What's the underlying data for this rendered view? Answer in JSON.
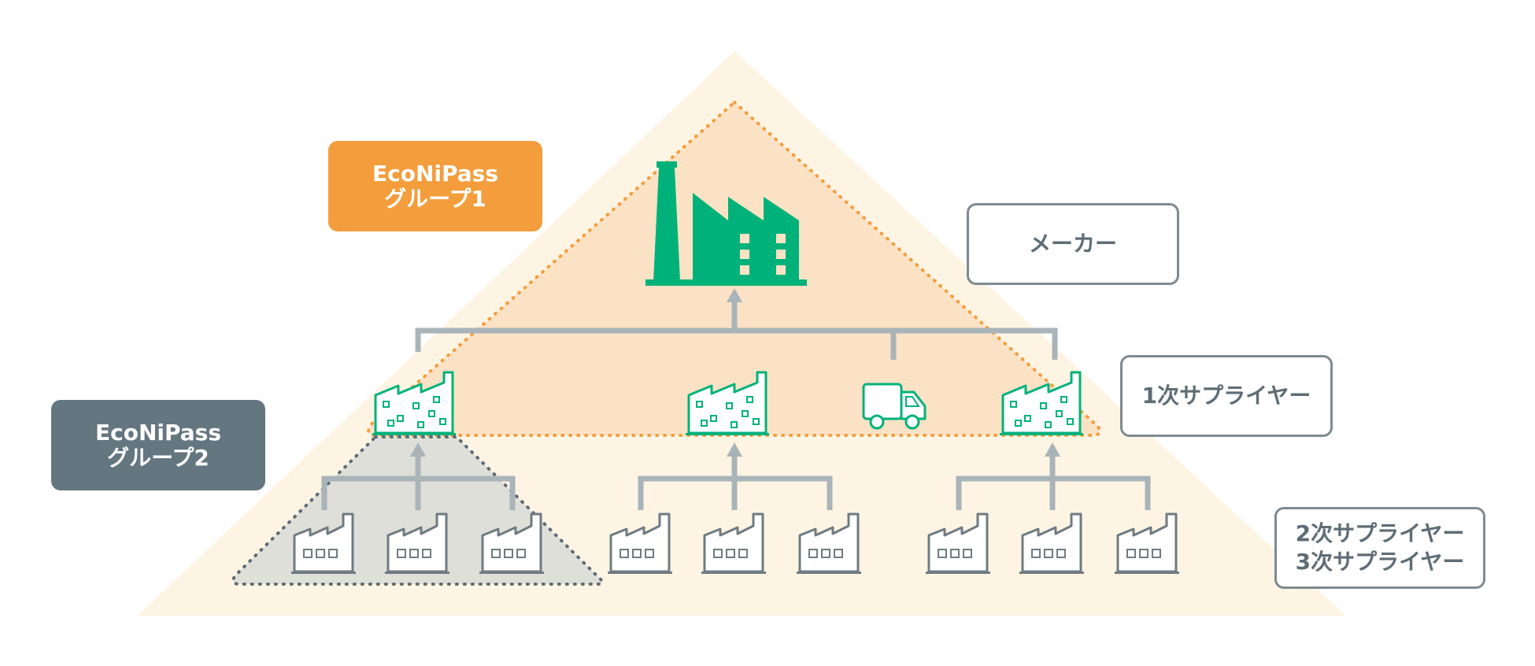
{
  "callouts": {
    "group1": {
      "line1": "EcoNiPass",
      "line2": "グループ1",
      "color": "#F39D3C"
    },
    "group2": {
      "line1": "EcoNiPass",
      "line2": "グループ2",
      "color": "#647680"
    }
  },
  "levels": {
    "maker": "メーカー",
    "tier1": "1次サプライヤー",
    "tier2": "2次サプライヤー",
    "tier3": "3次サプライヤー"
  },
  "nodes": {
    "maker": {
      "icon": "main-factory-icon",
      "color": "#00B27A"
    },
    "tier1": [
      {
        "icon": "factory-icon"
      },
      {
        "icon": "factory-icon"
      },
      {
        "icon": "delivery-truck-icon"
      },
      {
        "icon": "factory-icon"
      }
    ],
    "tier2_groups": [
      {
        "count": 3,
        "icon": "small-factory-icon"
      },
      {
        "count": 3,
        "icon": "small-factory-icon"
      },
      {
        "count": 3,
        "icon": "small-factory-icon"
      }
    ]
  },
  "colors": {
    "pyramid_fill": "#FEF4E3",
    "group1_fill": "#FBE2C5",
    "group1_outline": "#F39D3C",
    "group2_fill": "#DFDFD9",
    "group2_outline": "#5F6B73",
    "connector": "#A9B4B9",
    "tier1_icon": "#00B27A",
    "tier2_icon": "#6F7B82",
    "label_border": "#7E8A91"
  }
}
